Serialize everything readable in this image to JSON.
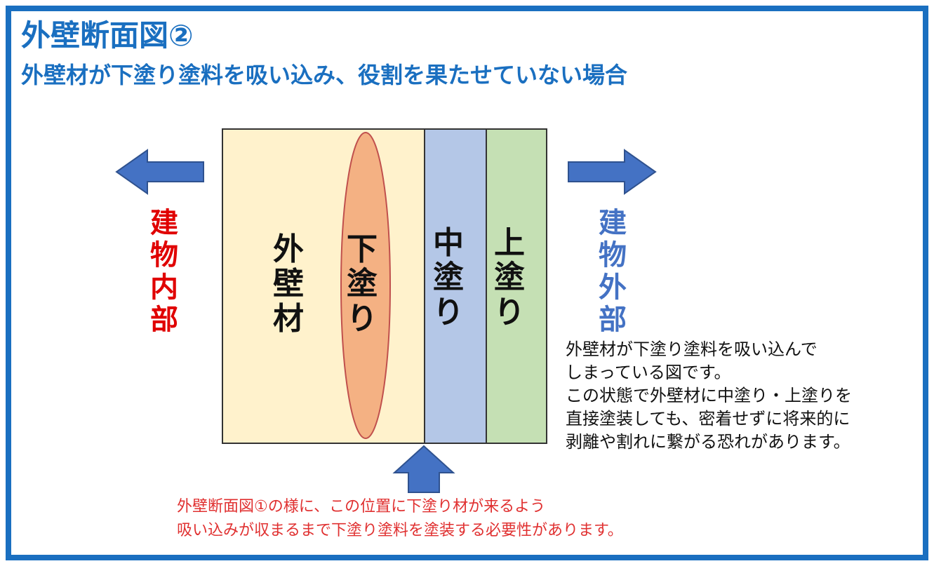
{
  "title": "外壁断面図②",
  "subtitle": "外壁材が下塗り塗料を吸い込み、役割を果たせていない場合",
  "layers": {
    "wall": "外壁材",
    "undercoat": "下塗り",
    "middle": "中塗り",
    "top": "上塗り"
  },
  "sides": {
    "inside": "建物内部",
    "outside": "建物外部"
  },
  "description": "外壁材が下塗り塗料を吸い込んで\nしまっている図です。\nこの状態で外壁材に中塗り・上塗りを\n直接塗装しても、密着せずに将来的に\n剥離や割れに繋がる恐れがあります。",
  "note": "外壁断面図①の様に、この位置に下塗り材が来るよう\n吸い込みが収まるまで下塗り塗料を塗装する必要性があります。",
  "colors": {
    "frame": "#1a6fc0",
    "wall": "#fff2cc",
    "undercoat": "#f4b183",
    "middle": "#b4c7e7",
    "top": "#c5e0b4",
    "arrow": "#4472c4",
    "inside_text": "#e00000",
    "outside_text": "#4472c4",
    "note_text": "#e03030"
  }
}
